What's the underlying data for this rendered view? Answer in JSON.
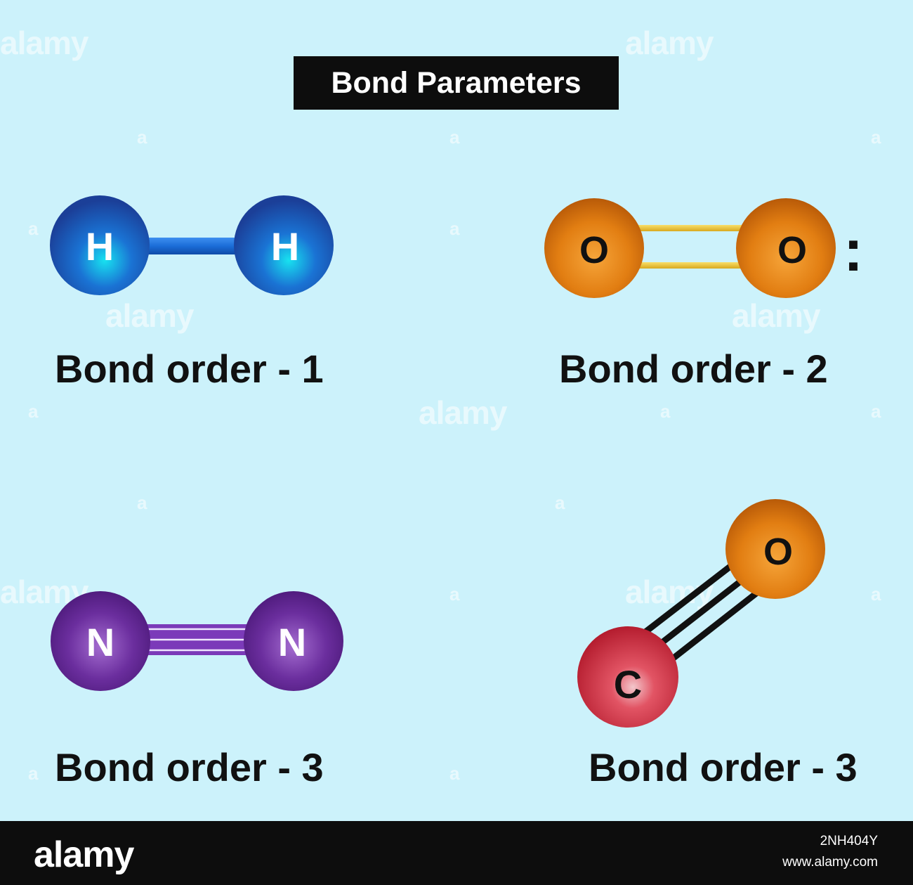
{
  "title": "Bond Parameters",
  "molecules": [
    {
      "id": "h2",
      "atoms": [
        "H",
        "H"
      ],
      "label": "Bond order - 1",
      "bond_order": 1,
      "colors": {
        "atom": "#1f5fc6",
        "bond": "#1e6fd8"
      }
    },
    {
      "id": "o2",
      "atoms": [
        "O",
        "O"
      ],
      "label": "Bond order - 2",
      "bond_order": 2,
      "lone_pair": ":",
      "colors": {
        "atom": "#e07b12",
        "bond": "#e8c23a"
      }
    },
    {
      "id": "n2",
      "atoms": [
        "N",
        "N"
      ],
      "label": "Bond order - 3",
      "bond_order": 3,
      "colors": {
        "atom": "#6a2c9c",
        "bond": "#7a3ab8"
      }
    },
    {
      "id": "co",
      "atoms": [
        "C",
        "O"
      ],
      "label": "Bond order - 3",
      "bond_order": 3,
      "colors": {
        "atom_c": "#d83a4a",
        "atom_o": "#e07b12",
        "bond": "#111111"
      }
    }
  ],
  "footer": {
    "brand": "alamy",
    "image_id": "2NH404Y",
    "site": "www.alamy.com"
  },
  "watermark": "alamy"
}
